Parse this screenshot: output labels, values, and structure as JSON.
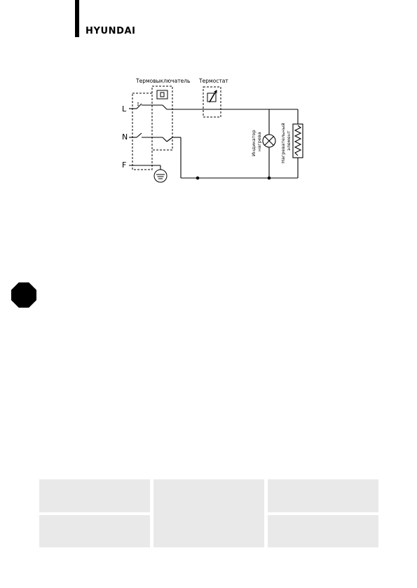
{
  "header": {
    "brand": "HYUNDAI"
  },
  "diagram": {
    "labels": {
      "thermal_switch": "Термовыключатель",
      "thermostat": "Термостат",
      "line": "L",
      "neutral": "N",
      "earth": "F",
      "indicator_line1": "Индикатор",
      "indicator_line2": "нагрева",
      "heater_line1": "Нагревательный",
      "heater_line2": "элемент"
    }
  }
}
